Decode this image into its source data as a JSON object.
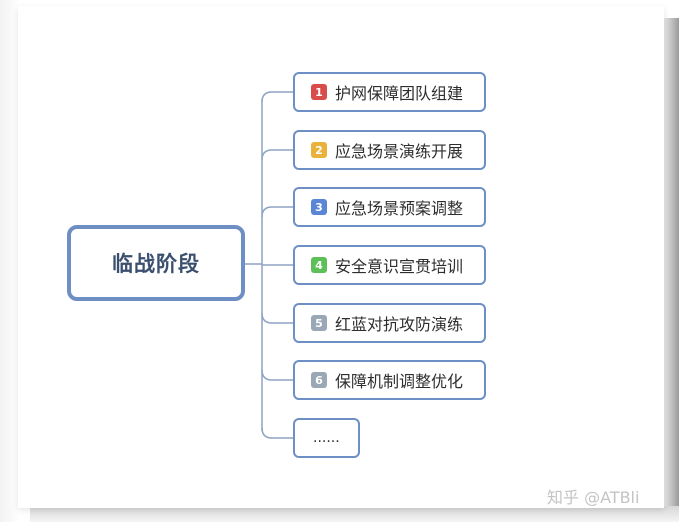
{
  "root": {
    "label": "临战阶段"
  },
  "branches": [
    {
      "index": "1",
      "label": "护网保障团队组建",
      "badge_color": "#d94c4c"
    },
    {
      "index": "2",
      "label": "应急场景演练开展",
      "badge_color": "#e8b23c"
    },
    {
      "index": "3",
      "label": "应急场景预案调整",
      "badge_color": "#5b86d6"
    },
    {
      "index": "4",
      "label": "安全意识宣贯培训",
      "badge_color": "#5cbf57"
    },
    {
      "index": "5",
      "label": "红蓝对抗攻防演练",
      "badge_color": "#9aa8b6"
    },
    {
      "index": "6",
      "label": "保障机制调整优化",
      "badge_color": "#9aa8b6"
    }
  ],
  "more": {
    "label": "......"
  },
  "watermark": "知乎 @ATBli",
  "colors": {
    "border": "#6e8fc4",
    "connector": "#8fa3c2",
    "root_text": "#3b4f6e"
  }
}
